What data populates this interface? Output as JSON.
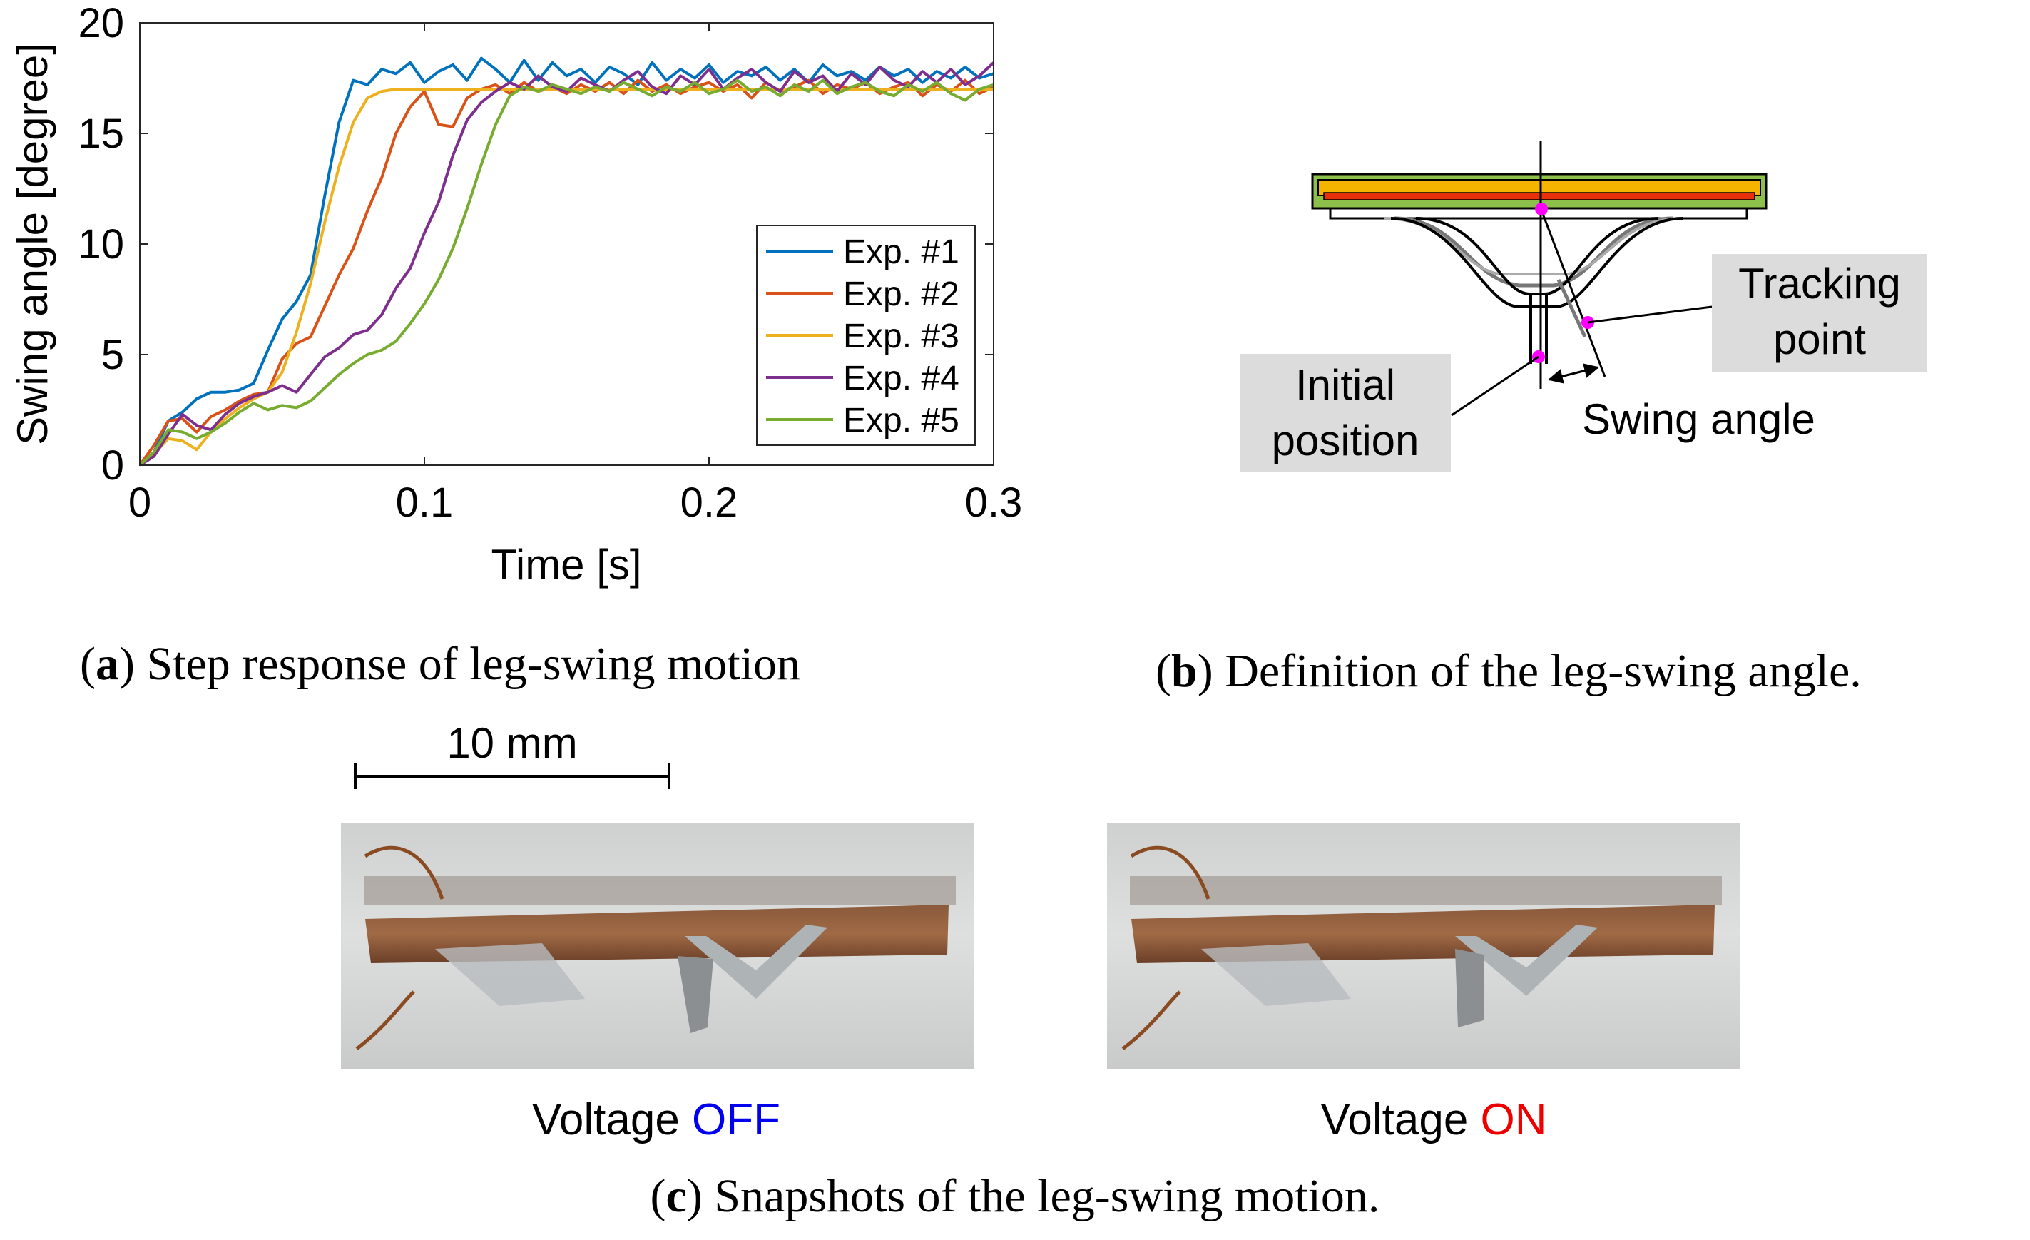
{
  "chart_data": {
    "type": "line",
    "xlabel": "Time [s]",
    "ylabel": "Swing angle [degree]",
    "xlim": [
      0,
      0.3
    ],
    "ylim": [
      0,
      20
    ],
    "xticks": [
      "0",
      "0.1",
      "0.2",
      "0.3"
    ],
    "yticks": [
      "0",
      "5",
      "10",
      "15",
      "20"
    ],
    "grid": false,
    "legend_position": "right-middle",
    "x": [
      0,
      0.005,
      0.01,
      0.015,
      0.02,
      0.025,
      0.03,
      0.035,
      0.04,
      0.045,
      0.05,
      0.055,
      0.06,
      0.065,
      0.07,
      0.075,
      0.08,
      0.085,
      0.09,
      0.095,
      0.1,
      0.105,
      0.11,
      0.115,
      0.12,
      0.125,
      0.13,
      0.135,
      0.14,
      0.145,
      0.15,
      0.155,
      0.16,
      0.165,
      0.17,
      0.175,
      0.18,
      0.185,
      0.19,
      0.195,
      0.2,
      0.205,
      0.21,
      0.215,
      0.22,
      0.225,
      0.23,
      0.235,
      0.24,
      0.245,
      0.25,
      0.255,
      0.26,
      0.265,
      0.27,
      0.275,
      0.28,
      0.285,
      0.29,
      0.295,
      0.3
    ],
    "series": [
      {
        "name": "Exp. #1",
        "color": "#0072BD",
        "values": [
          0,
          0.6,
          2.0,
          2.4,
          3.0,
          3.3,
          3.3,
          3.4,
          3.7,
          5.2,
          6.6,
          7.4,
          8.6,
          12.2,
          15.5,
          17.4,
          17.2,
          17.9,
          17.7,
          18.2,
          17.3,
          17.8,
          18.1,
          17.4,
          18.4,
          17.9,
          17.3,
          18.3,
          17.4,
          18.2,
          17.6,
          17.9,
          17.3,
          18.0,
          17.7,
          17.2,
          18.2,
          17.4,
          17.9,
          17.5,
          18.1,
          17.3,
          17.8,
          17.6,
          18.0,
          17.4,
          17.9,
          17.3,
          18.1,
          17.6,
          17.8,
          17.4,
          18.0,
          17.6,
          17.9,
          17.3,
          17.8,
          17.5,
          18.0,
          17.5,
          17.7
        ]
      },
      {
        "name": "Exp. #2",
        "color": "#D95319",
        "values": [
          0,
          0.9,
          2.0,
          2.1,
          1.5,
          2.2,
          2.5,
          2.9,
          3.2,
          3.3,
          4.8,
          5.5,
          5.8,
          7.2,
          8.6,
          9.8,
          11.5,
          13.0,
          15.0,
          16.2,
          16.9,
          15.4,
          15.3,
          16.6,
          17.0,
          17.2,
          16.8,
          17.3,
          16.9,
          17.1,
          16.8,
          17.2,
          16.9,
          17.3,
          16.8,
          17.4,
          16.9,
          17.2,
          16.8,
          17.1,
          17.3,
          16.9,
          17.2,
          16.6,
          17.3,
          16.9,
          17.1,
          17.4,
          16.8,
          17.2,
          17.0,
          17.3,
          16.8,
          17.1,
          17.3,
          16.7,
          17.2,
          16.9,
          17.4,
          16.8,
          17.1
        ]
      },
      {
        "name": "Exp. #3",
        "color": "#EDB120",
        "values": [
          0,
          0.5,
          1.2,
          1.1,
          0.7,
          1.5,
          2.1,
          2.6,
          3.0,
          3.3,
          4.2,
          6.0,
          8.2,
          11.0,
          13.5,
          15.5,
          16.6,
          16.9,
          17.0,
          17.0,
          17.0,
          17.0,
          17.0,
          17.0,
          17.0,
          17.0,
          17.0,
          17.0,
          17.0,
          17.0,
          17.0,
          17.0,
          17.0,
          17.0,
          17.0,
          17.0,
          17.0,
          17.0,
          17.0,
          17.0,
          17.0,
          17.0,
          17.0,
          17.0,
          17.0,
          17.0,
          17.0,
          17.0,
          17.0,
          17.0,
          17.0,
          17.0,
          17.0,
          17.0,
          17.0,
          17.0,
          17.0,
          17.0,
          17.0,
          17.0,
          17.0
        ]
      },
      {
        "name": "Exp. #4",
        "color": "#7E2F8E",
        "values": [
          0,
          0.4,
          1.4,
          2.3,
          1.8,
          1.6,
          2.3,
          2.8,
          3.1,
          3.3,
          3.6,
          3.3,
          4.1,
          4.9,
          5.3,
          5.9,
          6.1,
          6.8,
          8.0,
          8.9,
          10.5,
          11.9,
          14.0,
          15.6,
          16.4,
          16.9,
          17.3,
          17.0,
          17.6,
          17.1,
          16.9,
          17.5,
          17.2,
          16.9,
          17.4,
          17.8,
          17.1,
          16.8,
          17.6,
          17.2,
          17.9,
          17.0,
          17.5,
          17.9,
          17.3,
          16.9,
          17.8,
          17.3,
          17.6,
          16.9,
          17.7,
          17.2,
          18.0,
          17.4,
          17.1,
          17.8,
          17.3,
          17.9,
          17.2,
          17.6,
          18.2
        ]
      },
      {
        "name": "Exp. #5",
        "color": "#77AC30",
        "values": [
          0,
          0.6,
          1.6,
          1.5,
          1.2,
          1.5,
          1.9,
          2.4,
          2.8,
          2.5,
          2.7,
          2.6,
          2.9,
          3.5,
          4.1,
          4.6,
          5.0,
          5.2,
          5.6,
          6.4,
          7.3,
          8.4,
          9.8,
          11.6,
          13.6,
          15.4,
          16.7,
          17.1,
          16.9,
          17.2,
          17.0,
          16.8,
          17.1,
          16.9,
          17.3,
          17.0,
          16.7,
          17.1,
          16.9,
          17.3,
          16.8,
          17.0,
          17.4,
          16.9,
          17.1,
          16.7,
          17.2,
          16.9,
          17.4,
          16.8,
          17.1,
          17.3,
          16.9,
          16.7,
          17.2,
          16.9,
          17.3,
          16.8,
          16.5,
          17.0,
          17.2
        ]
      }
    ]
  },
  "captions": {
    "a_label": "a",
    "a_text": "Step response of leg-swing motion",
    "b_label": "b",
    "b_text": "Definition of the leg-swing angle.",
    "c_label": "c",
    "c_text": "Snapshots of the leg-swing motion."
  },
  "diagram": {
    "tracking_point": "Tracking point",
    "initial_position": "Initial position",
    "swing_angle": "Swing angle",
    "colors": {
      "top_plate": "#F5B400",
      "electrode": "#E8300A",
      "frame": "#8CC04A",
      "marker": "#FF00FF",
      "label_bg": "#DCDCDC"
    }
  },
  "photos": {
    "scale_label": "10 mm",
    "off_prefix": "Voltage",
    "off_state": "OFF",
    "off_color": "#0000EE",
    "on_prefix": "Voltage",
    "on_state": "ON",
    "on_color": "#EE0000"
  }
}
